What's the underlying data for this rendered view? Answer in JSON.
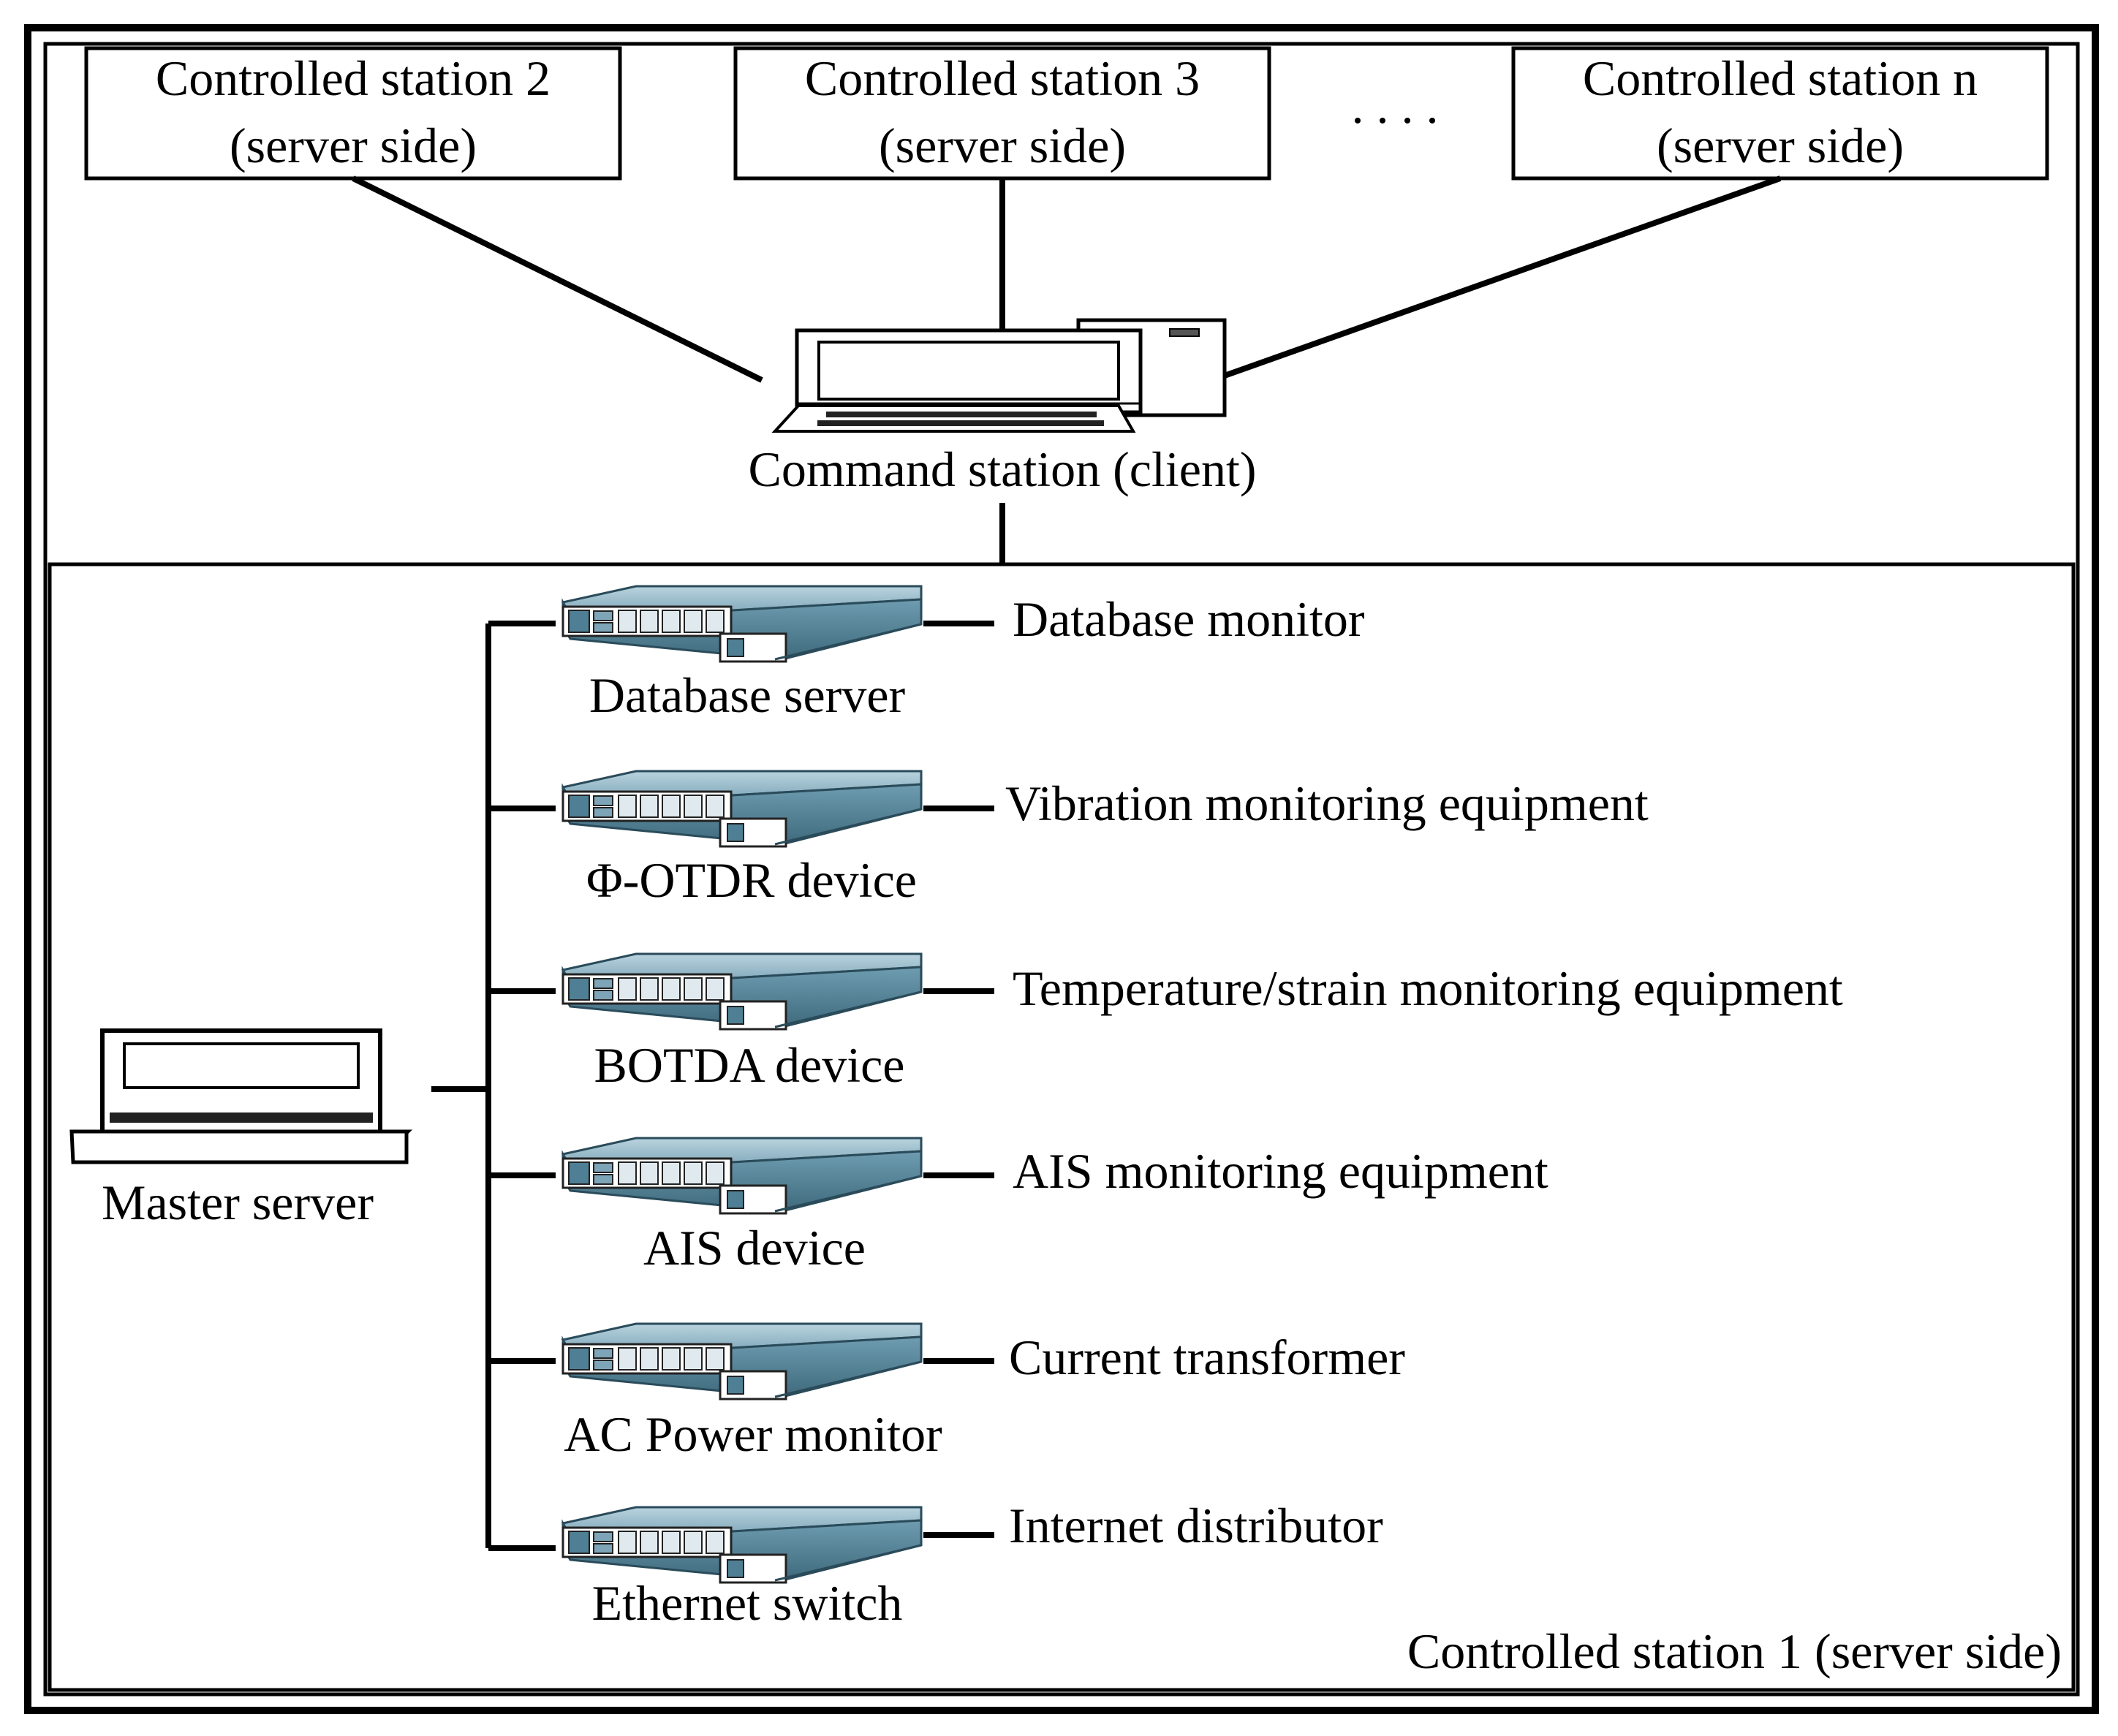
{
  "remote_stations": [
    {
      "name": "Controlled station 2",
      "side": "(server side)"
    },
    {
      "name": "Controlled station 3",
      "side": "(server side)"
    },
    {
      "name": "Controlled station n",
      "side": "(server side)"
    }
  ],
  "ellipsis": ". . . .",
  "command_station": {
    "label": "Command station (client)"
  },
  "master_server": {
    "label": "Master server"
  },
  "local_station": {
    "label": "Controlled station 1 (server side)"
  },
  "devices": [
    {
      "label": "Database server",
      "function": "Database monitor"
    },
    {
      "label": "Φ-OTDR device",
      "function": "Vibration monitoring equipment"
    },
    {
      "label": "BOTDA device",
      "function": "Temperature/strain monitoring equipment"
    },
    {
      "label": "AIS device",
      "function": "AIS monitoring equipment"
    },
    {
      "label": "AC Power monitor",
      "function": "Current transformer"
    },
    {
      "label": "Ethernet switch",
      "function": "Internet distributor"
    }
  ],
  "colors": {
    "line": "#000000",
    "rack_top": "#8fb3c4",
    "rack_front": "#5f8ea3",
    "rack_bottom": "#3c6476"
  }
}
